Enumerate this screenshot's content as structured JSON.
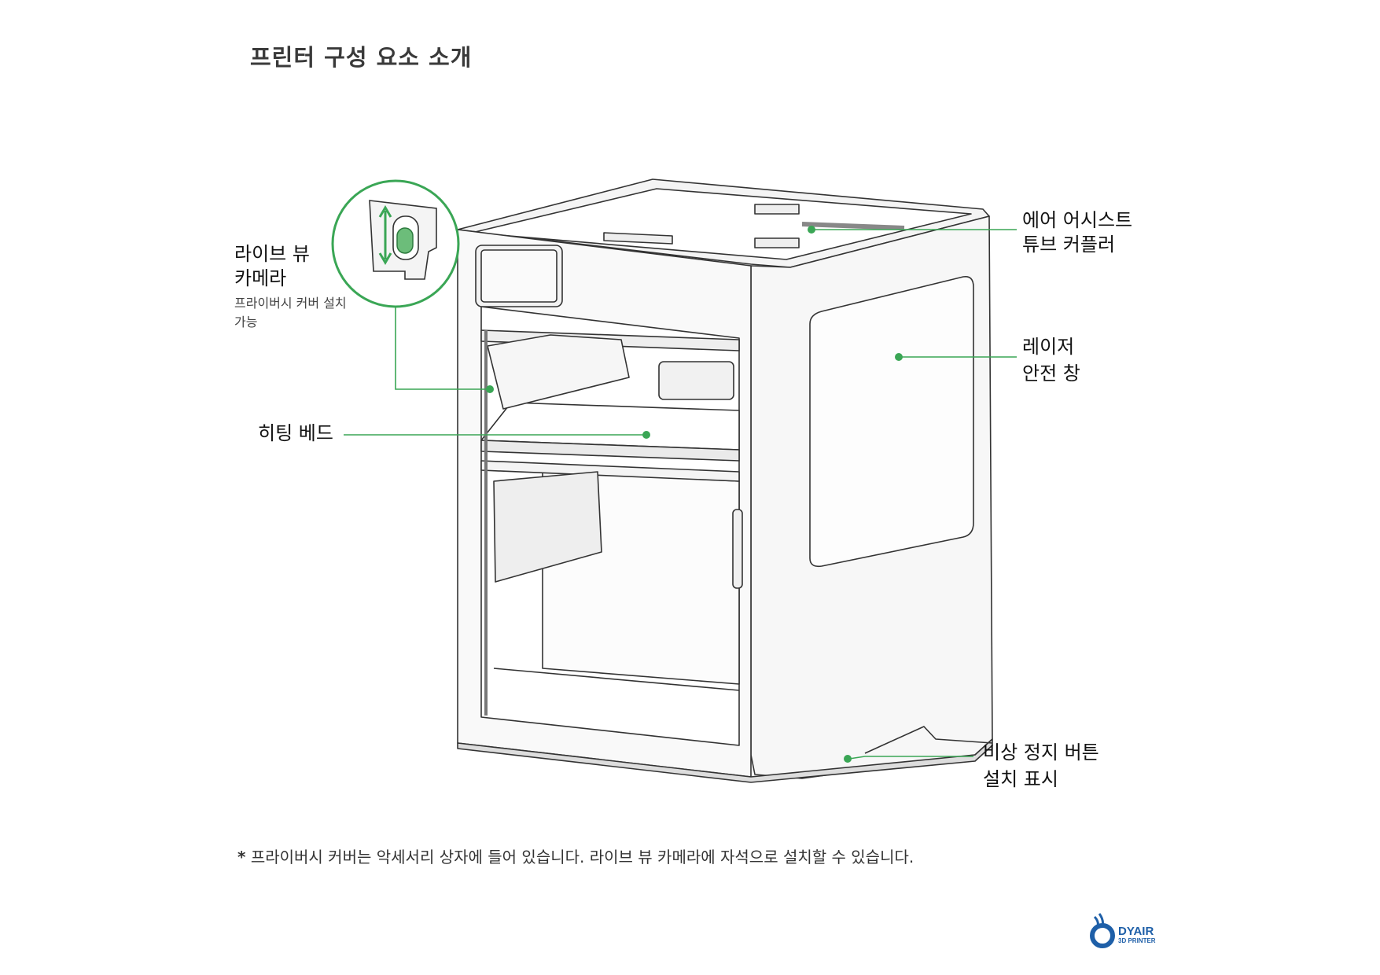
{
  "title": "프린터 구성 요소 소개",
  "accent_color": "#3aa655",
  "labels": {
    "camera_title_line1": "라이브 뷰",
    "camera_title_line2": "카메라",
    "camera_sub_line1": "프라이버시 커버 설치",
    "camera_sub_line2": "가능",
    "heating_bed": "히팅 베드",
    "air_assist_line1": "에어 어시스트",
    "air_assist_line2": "튜브 커플러",
    "laser_window_line1": "레이저",
    "laser_window_line2": "안전 창",
    "estop_line1": "비상 정지 버튼",
    "estop_line2": "설치 표시"
  },
  "footnote": {
    "mark": "*",
    "text": "프라이버시 커버는 악세서리 상자에 들어 있습니다. 라이브 뷰 카메라에 자석으로 설치할 수 있습니다."
  },
  "logo": {
    "name": "DYAIR",
    "sub": "3D PRINTER",
    "color": "#1e5fa8"
  }
}
